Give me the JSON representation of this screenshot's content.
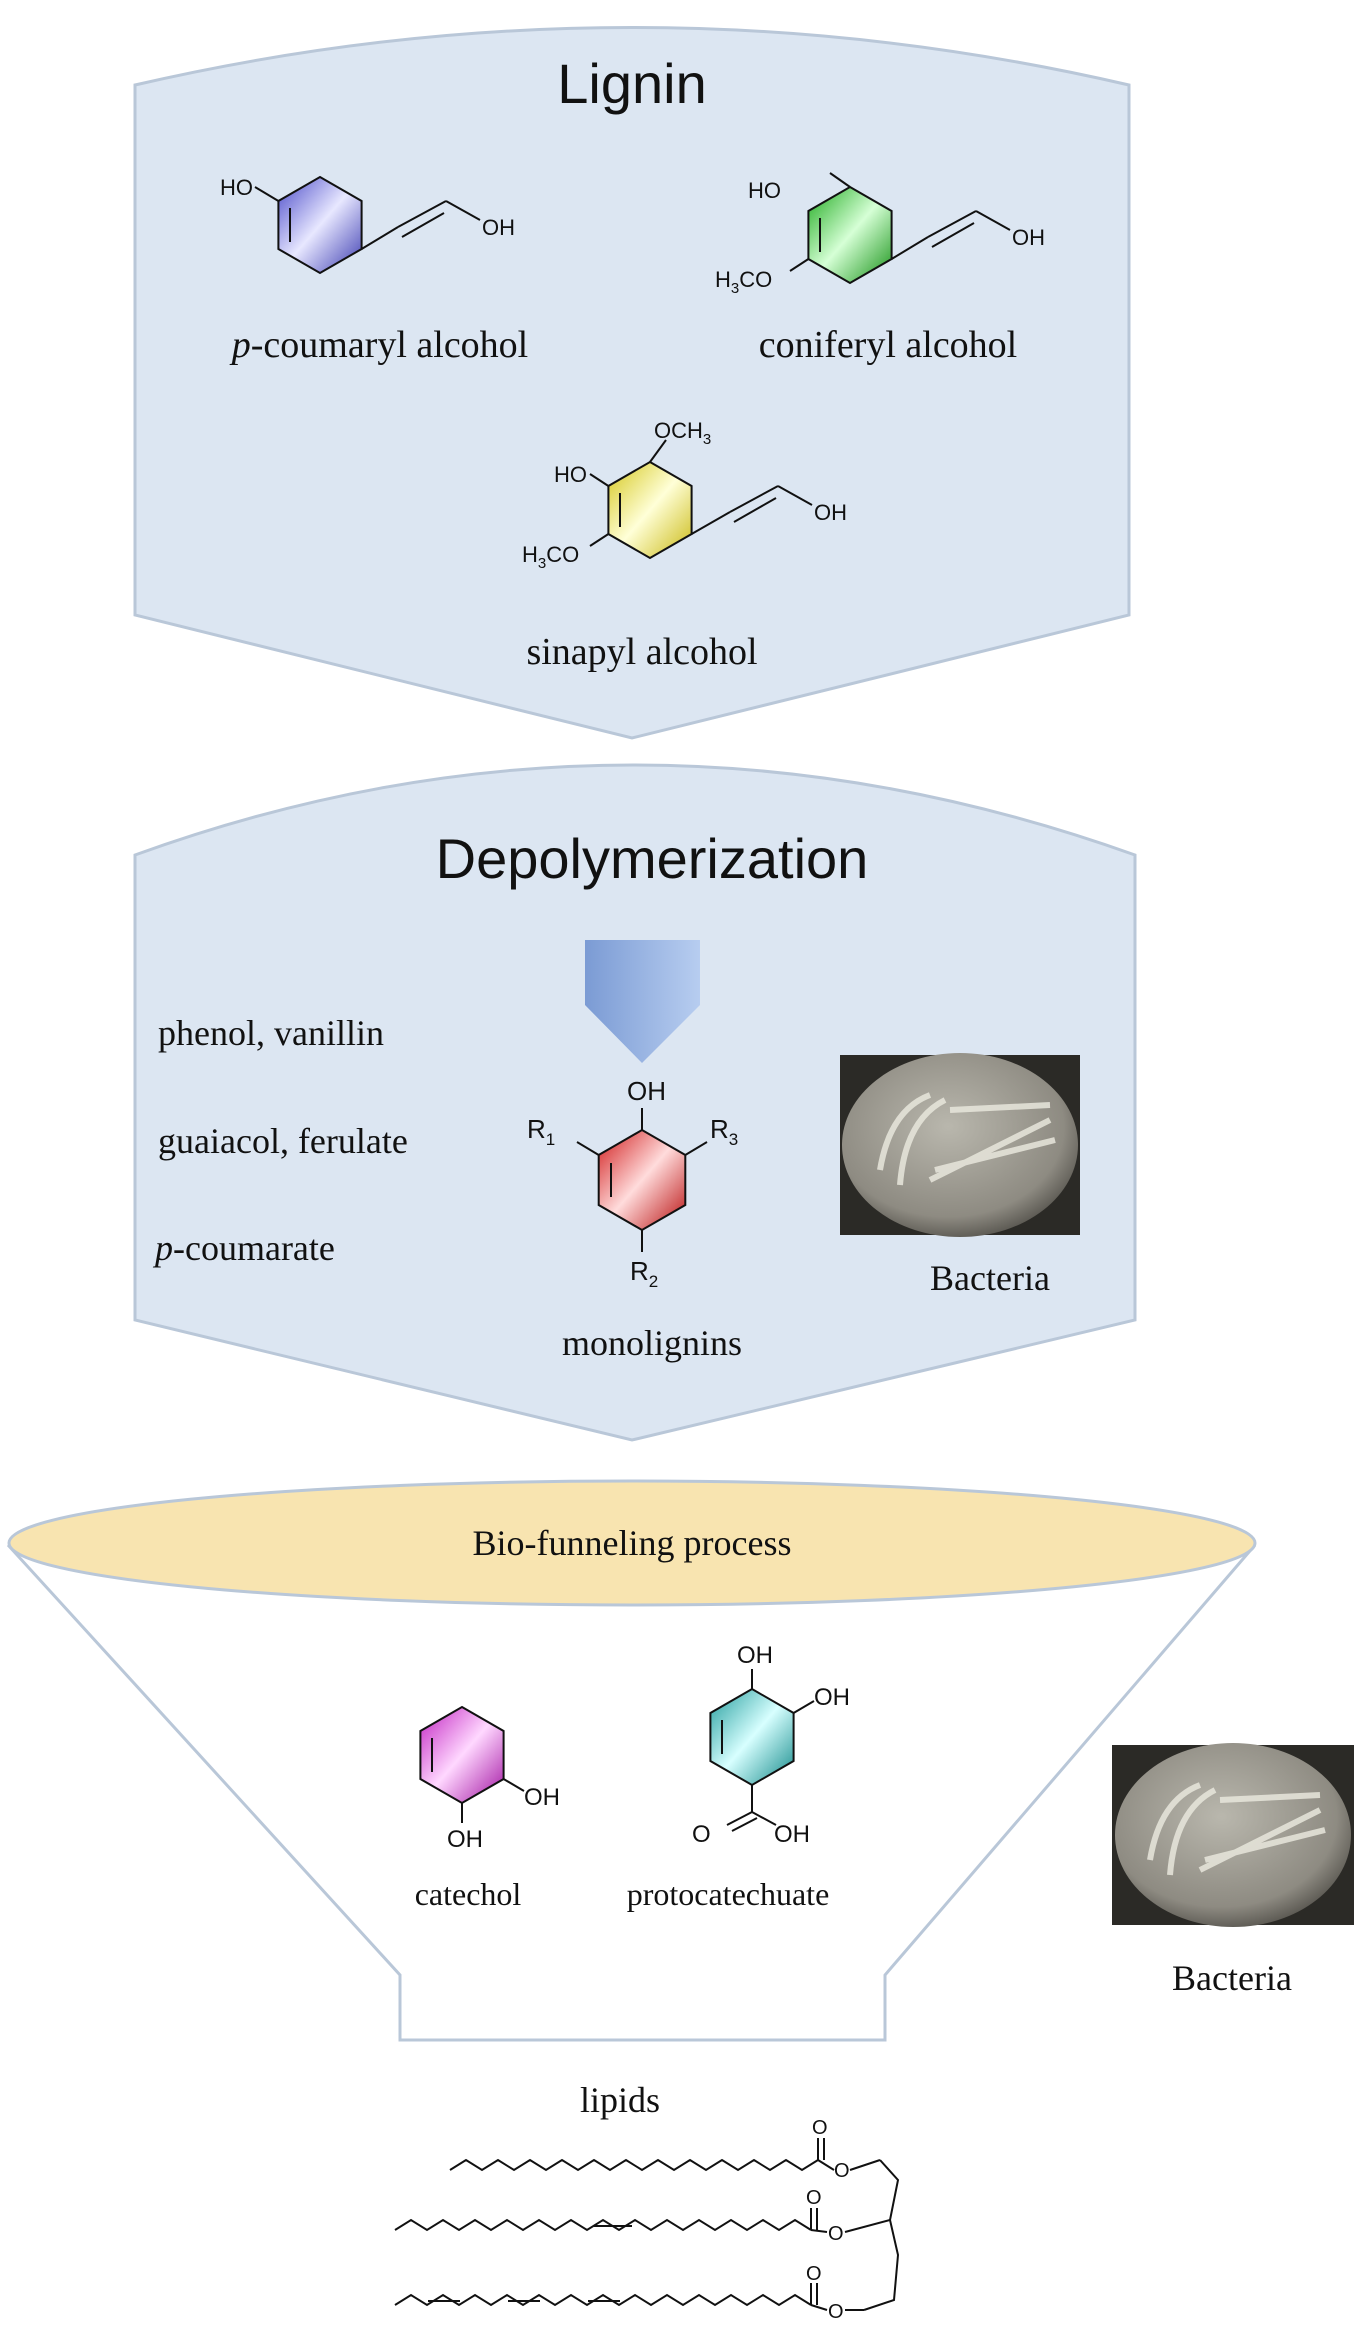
{
  "lignin": {
    "title": "Lignin",
    "compounds": [
      {
        "name_italic": "p",
        "name": "-coumaryl alcohol",
        "ring_color": "#6a6ad8"
      },
      {
        "name": "coniferyl alcohol",
        "ring_color": "#3fcf3f"
      },
      {
        "name": "sinapyl alcohol",
        "ring_color": "#ece35a"
      }
    ]
  },
  "depolymerization": {
    "title": "Depolymerization",
    "items": [
      "phenol, vanillin",
      "guaiacol,  ferulate"
    ],
    "item3_italic": "p",
    "item3": "-coumarate",
    "center_label": "monolignins",
    "center_ring_color": "#e53030",
    "bacteria_label": "Bacteria"
  },
  "funnel": {
    "title": "Bio-funneling process",
    "catechol_label": "catechol",
    "catechol_ring_color": "#d23ed2",
    "protocatechuate_label": "protocatechuate",
    "protocatechuate_ring_color": "#3fb3b3",
    "bacteria_label": "Bacteria"
  },
  "output": {
    "label": "lipids"
  },
  "chem": {
    "HO": "HO",
    "OH": "OH",
    "H3C": "H",
    "three": "3",
    "C": "C",
    "O": "O",
    "OCH": "OCH",
    "R": "R",
    "one": "1",
    "two": "2"
  },
  "colors": {
    "panel_fill": "#dce6f2",
    "panel_stroke": "#b9c7d8",
    "funnel_ellipse": "#f8e4b0",
    "arrow": "#8faadc"
  }
}
